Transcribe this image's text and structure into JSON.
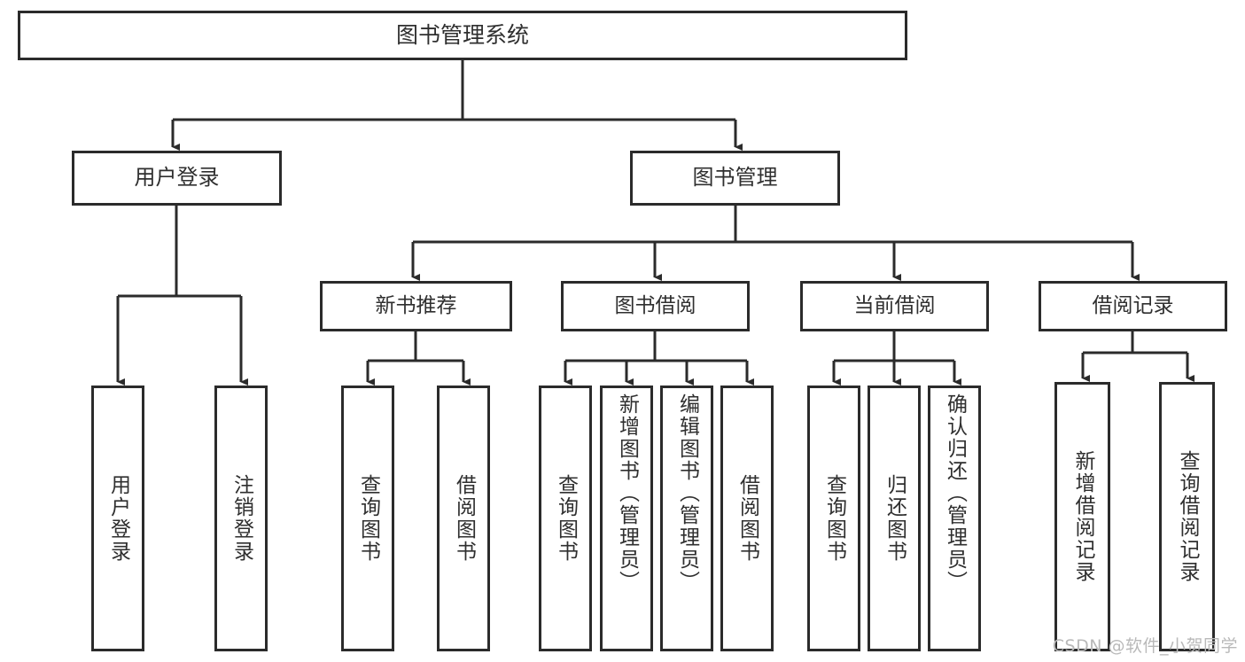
{
  "diagram": {
    "title": "图书管理系统",
    "type": "tree-hierarchy-chart",
    "root": {
      "id": "root",
      "label": "图书管理系统"
    },
    "level2": [
      {
        "id": "user-login",
        "label": "用户登录"
      },
      {
        "id": "book-management",
        "label": "图书管理"
      }
    ],
    "level3": [
      {
        "id": "new-book-recommend",
        "label": "新书推荐",
        "parent": "book-management"
      },
      {
        "id": "book-borrow",
        "label": "图书借阅",
        "parent": "book-management"
      },
      {
        "id": "current-borrow",
        "label": "当前借阅",
        "parent": "book-management"
      },
      {
        "id": "borrow-record",
        "label": "借阅记录",
        "parent": "book-management"
      }
    ],
    "leaves": {
      "user-login": [
        {
          "id": "leaf-user-login",
          "label": "用户登录"
        },
        {
          "id": "leaf-logout",
          "label": "注销登录"
        }
      ],
      "new-book-recommend": [
        {
          "id": "leaf-query-book-1",
          "label": "查询图书"
        },
        {
          "id": "leaf-borrow-book-1",
          "label": "借阅图书"
        }
      ],
      "book-borrow": [
        {
          "id": "leaf-query-book-2",
          "label": "查询图书"
        },
        {
          "id": "leaf-add-book",
          "label": "新增图书（管理员）"
        },
        {
          "id": "leaf-edit-book",
          "label": "编辑图书（管理员）"
        },
        {
          "id": "leaf-borrow-book-2",
          "label": "借阅图书"
        }
      ],
      "current-borrow": [
        {
          "id": "leaf-query-book-3",
          "label": "查询图书"
        },
        {
          "id": "leaf-return-book",
          "label": "归还图书"
        },
        {
          "id": "leaf-confirm-return",
          "label": "确认归还（管理员）"
        }
      ],
      "borrow-record": [
        {
          "id": "leaf-add-record",
          "label": "新增借阅记录"
        },
        {
          "id": "leaf-query-record",
          "label": "查询借阅记录"
        }
      ]
    }
  },
  "watermark": {
    "text": "CSDN @软件_小贺同学"
  },
  "colors": {
    "border": "#2b2b2b",
    "text": "#2f2f2f",
    "background": "#ffffff",
    "watermark": "#b9b9b9"
  }
}
